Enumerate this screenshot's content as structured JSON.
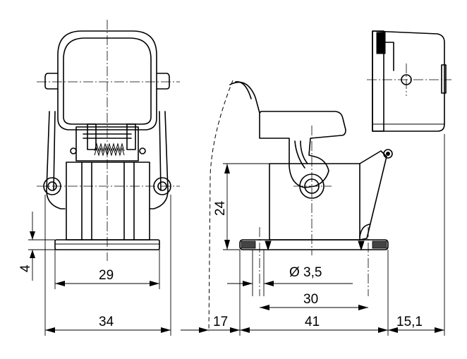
{
  "drawing": {
    "front_view": {
      "dim_base_width": "29",
      "dim_overall_width": "34",
      "dim_flange_height": "4"
    },
    "side_view": {
      "dim_height": "24",
      "dim_hole_diameter": "Ø 3,5",
      "dim_hole_spacing": "30",
      "dim_base_length": "41",
      "dim_lever_offset": "17",
      "dim_housing_offset": "15,1"
    }
  }
}
